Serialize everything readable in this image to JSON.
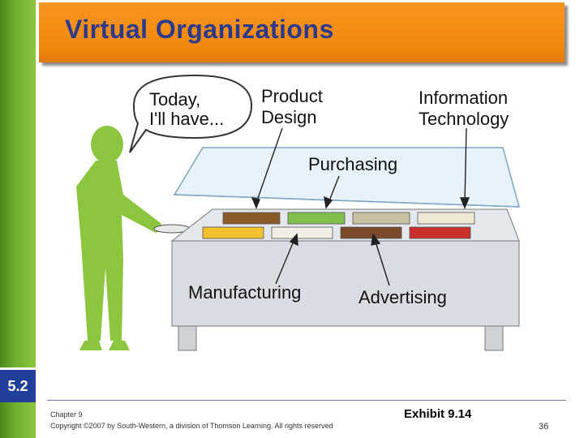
{
  "slide": {
    "title": "Virtual Organizations",
    "section_badge": "5.2",
    "exhibit": "Exhibit 9.14",
    "page_number": "36"
  },
  "footer": {
    "chapter": "Chapter 9",
    "copyright": "Copyright ©2007 by South-Western, a division of Thomson Learning.  All rights reserved"
  },
  "illustration": {
    "speech_line1": "Today,",
    "speech_line2": "I'll have...",
    "labels": {
      "product_design_1": "Product",
      "product_design_2": "Design",
      "information_technology_1": "Information",
      "information_technology_2": "Technology",
      "purchasing": "Purchasing",
      "manufacturing": "Manufacturing",
      "advertising": "Advertising"
    },
    "colors": {
      "person": "#8cc63f",
      "counter": "#d9dde3",
      "glass": "#cfe6f5"
    }
  }
}
